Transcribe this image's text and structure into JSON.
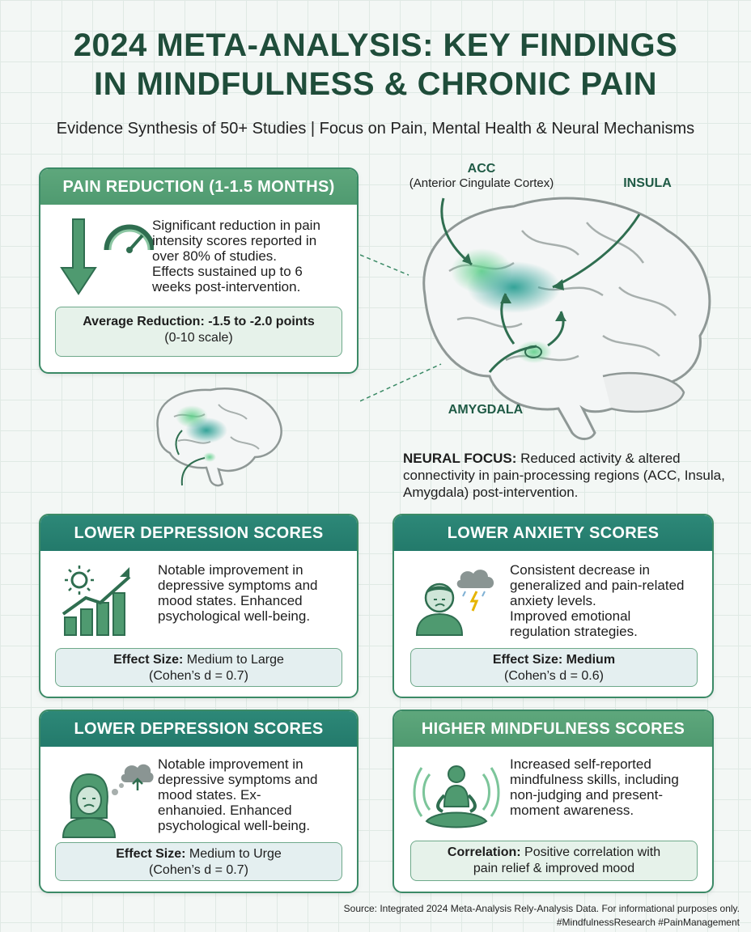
{
  "header": {
    "title_line1": "2024 META-ANALYSIS: KEY FINDINGS",
    "title_line2": "IN MINDFULNESS & CHRONIC PAIN",
    "subtitle": "Evidence Synthesis of 50+ Studies | Focus on Pain, Mental Health & Neural Mechanisms"
  },
  "pain": {
    "title": "PAIN REDUCTION (1-1.5 MONTHS)",
    "line1": "Significant reduction in pain",
    "line2": "intensity scores reported in",
    "line3": "over 80% of studies.",
    "line4": "Effects sustained up to 6",
    "line5": "weeks post-intervention.",
    "stat_label": "Average Reduction: -1.5 to -2.0 points",
    "stat_note": "(0-10 scale)"
  },
  "brain": {
    "acc_label": "ACC",
    "acc_full": "(Anterior Cingulate Cortex)",
    "insula_label": "INSULA",
    "amygdala_label": "AMYGDALA",
    "neural_bold": "NEURAL FOCUS:",
    "neural_text": " Reduced activity & altered connectivity in pain-processing regions (ACC, Insula, Amygdala) post-intervention."
  },
  "depression1": {
    "title": "LOWER DEPRESSION SCORES",
    "line1": "Notable improvement in",
    "line2": "depressive symptoms and",
    "line3": "mood states. Enhanced",
    "line4": "psychological well-being.",
    "stat_bold": "Effect Size:",
    "stat_value": " Medium to Large",
    "stat_note": "(Cohen’s d = 0.7)"
  },
  "anxiety": {
    "title": "LOWER ANXIETY SCORES",
    "line1": "Consistent decrease in",
    "line2": "generalized and pain-related",
    "line3": "anxiety levels.",
    "line4": "Improved emotional",
    "line5": "regulation strategies.",
    "stat_bold": "Effect Size: Medium",
    "stat_note": "(Cohen’s d = 0.6)"
  },
  "depression2": {
    "title": "LOWER DEPRESSION SCORES",
    "line1": "Notable improvement in",
    "line2": "depressive symptoms and",
    "line3": "mood states. Ex-",
    "line4": "enhanʊied. Enhanced",
    "line5": "psychological well-being.",
    "stat_bold": "Effect Size:",
    "stat_value": " Medium to Urge",
    "stat_note": "(Cohen’s d = 0.7)"
  },
  "mindfulness": {
    "title": "HIGHER MINDFULNESS SCORES",
    "line1": "Increased self-reported",
    "line2": "mindfulness skills, including",
    "line3": "non-judging and present-",
    "line4": "moment awareness.",
    "stat_bold": "Correlation:",
    "stat_value": " Positive correlation with",
    "stat_line2": "pain relief & improved mood"
  },
  "footer": {
    "source": "Source: Integrated 2024 Meta-Analysis Rely-Analysis Data. For informational purposes only.",
    "tags": "#MindfulnessResearch #PainManagement"
  },
  "colors": {
    "dark_green": "#1f4d3a",
    "header_green": "#5ea77c",
    "header_teal": "#2d8878",
    "accent": "#3b8a66"
  }
}
